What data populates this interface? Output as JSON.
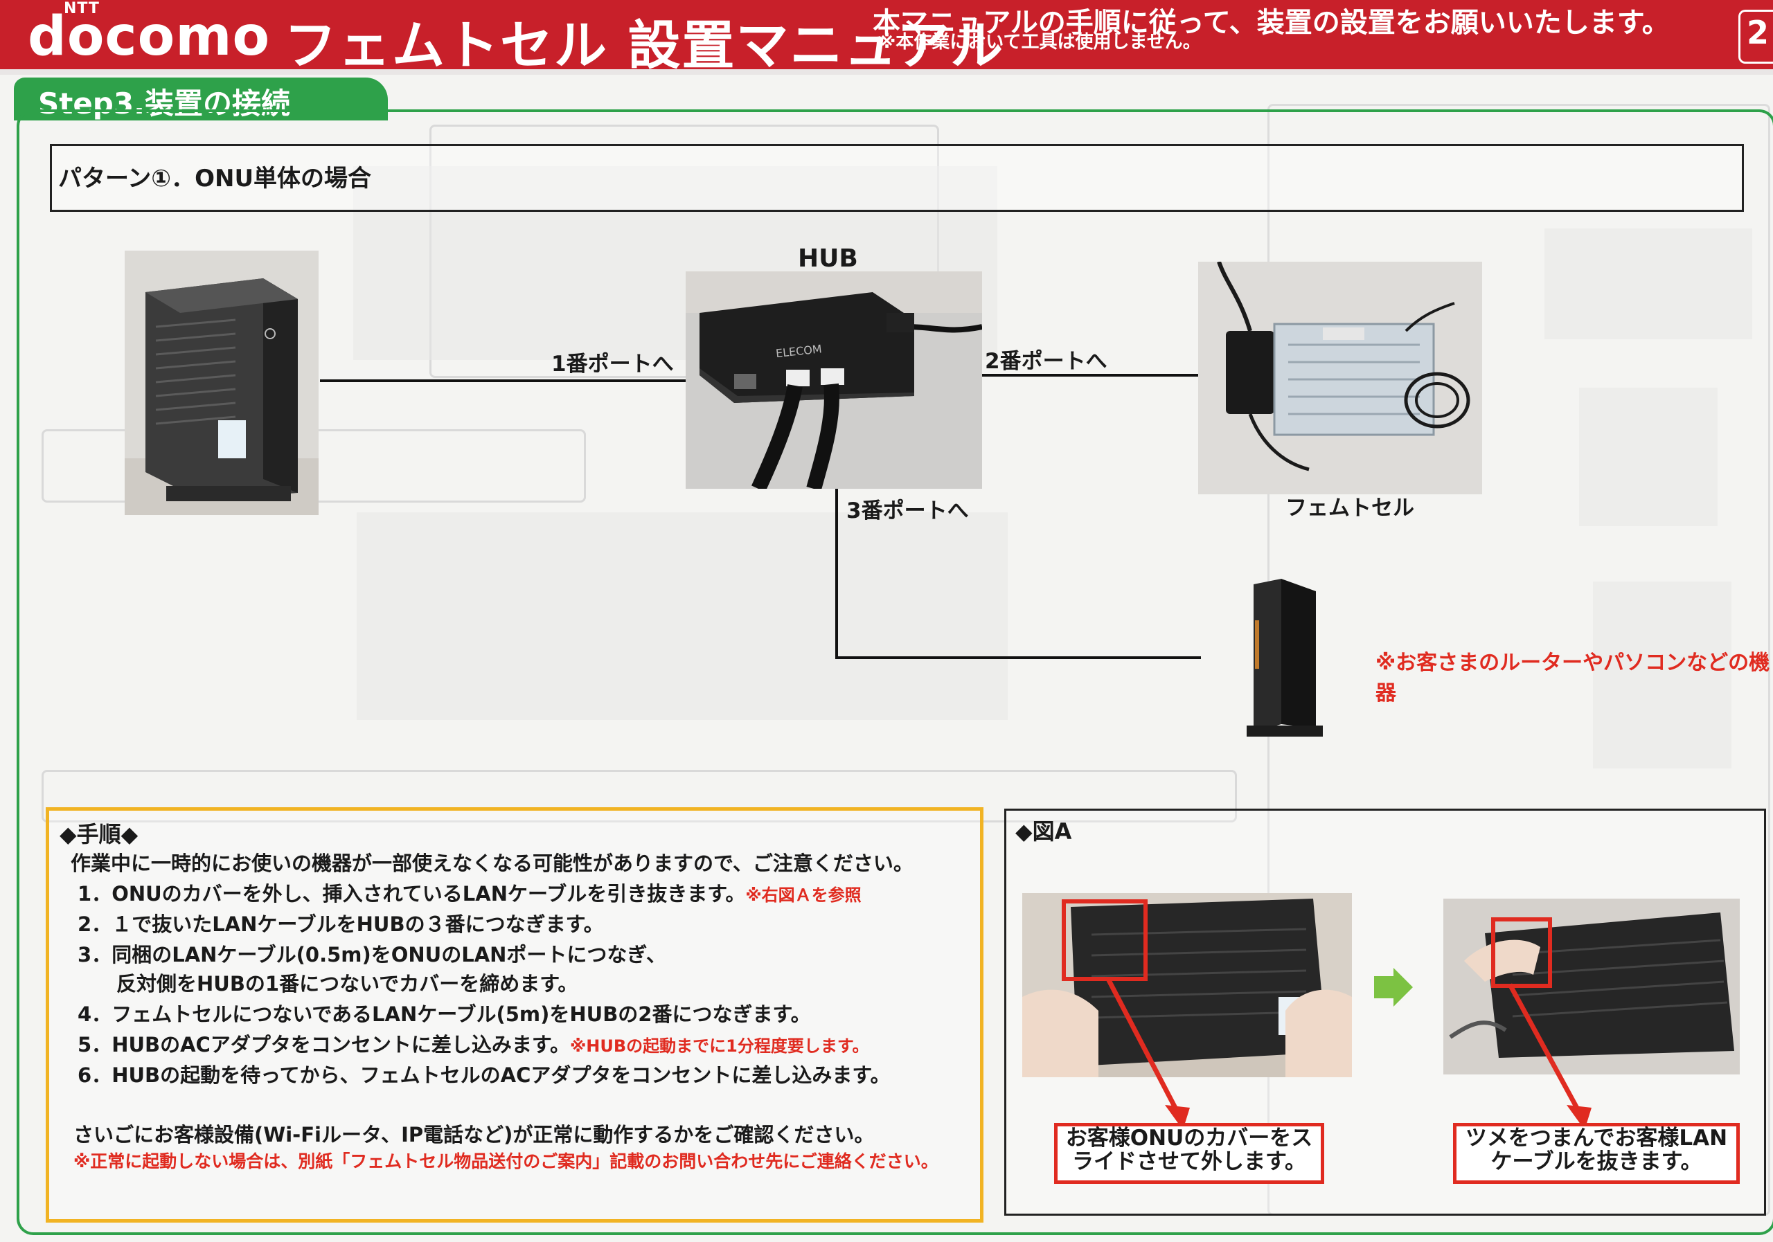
{
  "header": {
    "brand_super": "NTT",
    "brand": "docomo",
    "title": "フェムトセル 設置マニュアル",
    "instruction": "本マニュアルの手順に従って、装置の設置をお願いいたします。",
    "note": "※本作業において工具は使用しません。",
    "page": "2"
  },
  "step": {
    "label": "Step3.装置の接続"
  },
  "pattern": {
    "label": "パターン①．ONU単体の場合"
  },
  "diagram": {
    "hub": "HUB",
    "port1": "1番ポートへ",
    "port2": "2番ポートへ",
    "port3": "3番ポートへ",
    "femtocell": "フェムトセル",
    "customer_note": "※お客さまのルーターやパソコンなどの機器"
  },
  "procedure": {
    "heading": "◆手順◆",
    "intro": "作業中に一時的にお使いの機器が一部使えなくなる可能性がありますので、ご注意ください。",
    "steps": [
      {
        "num": "1．",
        "text": "ONUのカバーを外し、挿入されているLANケーブルを引き抜きます。",
        "note": "※右図Ａを参照"
      },
      {
        "num": "2．",
        "text": "１で抜いたLANケーブルをHUBの３番につなぎます。",
        "note": ""
      },
      {
        "num": "3．",
        "text": "同梱のLANケーブル(0.5m)をONUのLANポートにつなぎ、",
        "note": ""
      },
      {
        "num": "",
        "text": "反対側をHUBの1番につないでカバーを締めます。",
        "note": ""
      },
      {
        "num": "4．",
        "text": "フェムトセルにつないであるLANケーブル(5m)をHUBの2番につなぎます。",
        "note": ""
      },
      {
        "num": "5．",
        "text": "HUBのACアダプタをコンセントに差し込みます。",
        "note": "※HUBの起動までに1分程度要します。"
      },
      {
        "num": "6．",
        "text": "HUBの起動を待ってから、フェムトセルのACアダプタをコンセントに差し込みます。",
        "note": ""
      }
    ],
    "closing": "さいごにお客様設備(Wi-Fiルータ、IP電話など)が正常に動作するかをご確認ください。",
    "warning": "※正常に起動しない場合は、別紙「フェムトセル物品送付のご案内」記載のお問い合わせ先にご連絡ください。"
  },
  "figure_a": {
    "heading": "◆図A",
    "callout_left": [
      "お客様ONUのカバーをス",
      "ライドさせて外します。"
    ],
    "callout_right": [
      "ツメをつまんでお客様LAN",
      "ケーブルを抜きます。"
    ]
  },
  "colors": {
    "header_red": "#c8202a",
    "green": "#2ea14a",
    "procedure_yellow": "#f1b323",
    "note_red": "#e02b20"
  }
}
